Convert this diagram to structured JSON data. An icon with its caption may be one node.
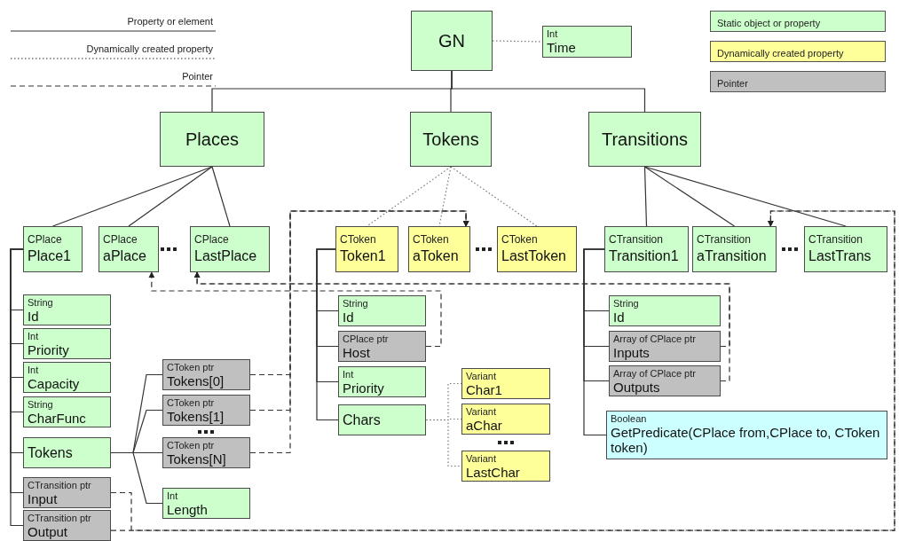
{
  "diagram": {
    "nodes": [
      {
        "text": [
          "GN"
        ]
      },
      {
        "text": [
          "Int",
          "Time"
        ]
      },
      {
        "text": [
          "Places"
        ]
      },
      {
        "text": [
          "Tokens"
        ]
      },
      {
        "text": [
          "Transitions"
        ]
      },
      {
        "text": [
          "CPlace",
          "Place1"
        ]
      },
      {
        "text": [
          "CPlace",
          "aPlace"
        ]
      },
      {
        "text": [
          "CPlace",
          "LastPlace"
        ]
      },
      {
        "text": [
          "CToken",
          "Token1"
        ]
      },
      {
        "text": [
          "CToken",
          "aToken"
        ]
      },
      {
        "text": [
          "CToken",
          "LastToken"
        ]
      },
      {
        "text": [
          "CTransition",
          "Transition1"
        ]
      },
      {
        "text": [
          "CTransition",
          "aTransition"
        ]
      },
      {
        "text": [
          "CTransition",
          "LastTrans"
        ]
      },
      {
        "text": [
          "String",
          "Id"
        ]
      },
      {
        "text": [
          "Int",
          "Priority"
        ]
      },
      {
        "text": [
          "Int",
          "Capacity"
        ]
      },
      {
        "text": [
          "String",
          "CharFunc"
        ]
      },
      {
        "text": [
          "Tokens"
        ]
      },
      {
        "text": [
          "CTransition ptr",
          "Input"
        ]
      },
      {
        "text": [
          "CTransition ptr",
          "Output"
        ]
      },
      {
        "text": [
          "CToken ptr",
          "Tokens[0]"
        ]
      },
      {
        "text": [
          "CToken ptr",
          "Tokens[1]"
        ]
      },
      {
        "text": [
          "CToken ptr",
          "Tokens[N]"
        ]
      },
      {
        "text": [
          "Int",
          "Length"
        ]
      },
      {
        "text": [
          "String",
          "Id"
        ]
      },
      {
        "text": [
          "CPlace ptr",
          "Host"
        ]
      },
      {
        "text": [
          "Int",
          "Priority"
        ]
      },
      {
        "text": [
          "Chars"
        ]
      },
      {
        "text": [
          "Variant",
          "Char1"
        ]
      },
      {
        "text": [
          "Variant",
          "aChar"
        ]
      },
      {
        "text": [
          "Variant",
          "LastChar"
        ]
      },
      {
        "text": [
          "String",
          "Id"
        ]
      },
      {
        "text": [
          "Array of CPlace ptr",
          "Inputs"
        ]
      },
      {
        "text": [
          "Array of CPlace ptr",
          "Outputs"
        ]
      },
      {
        "text": [
          "Boolean",
          "GetPredicate(CPlace from,CPlace to, CToken token)"
        ]
      }
    ],
    "edges": [
      {
        "from": 0,
        "to": 1,
        "arrow": "none",
        "style": "dashed",
        "color": "#777777"
      },
      {
        "from": 0,
        "to": 2,
        "arrow": "none"
      },
      {
        "from": 0,
        "to": 3,
        "arrow": "none"
      },
      {
        "from": 0,
        "to": 4,
        "arrow": "none"
      },
      {
        "from": 2,
        "to": 5,
        "arrow": "none"
      },
      {
        "from": 2,
        "to": 6,
        "arrow": "none"
      },
      {
        "from": 2,
        "to": 7,
        "arrow": "none"
      },
      {
        "from": 3,
        "to": 8,
        "arrow": "none",
        "style": "dashed",
        "color": "#777777"
      },
      {
        "from": 3,
        "to": 9,
        "arrow": "none",
        "style": "dashed",
        "color": "#777777"
      },
      {
        "from": 3,
        "to": 10,
        "arrow": "none",
        "style": "dashed",
        "color": "#777777"
      },
      {
        "from": 4,
        "to": 11,
        "arrow": "none"
      },
      {
        "from": 4,
        "to": 12,
        "arrow": "none"
      },
      {
        "from": 4,
        "to": 13,
        "arrow": "none"
      },
      {
        "from": 5,
        "to": 14,
        "arrow": "none"
      },
      {
        "from": 5,
        "to": 15,
        "arrow": "none"
      },
      {
        "from": 5,
        "to": 16,
        "arrow": "none"
      },
      {
        "from": 5,
        "to": 17,
        "arrow": "none"
      },
      {
        "from": 5,
        "to": 18,
        "arrow": "none"
      },
      {
        "from": 5,
        "to": 19,
        "arrow": "none"
      },
      {
        "from": 5,
        "to": 20,
        "arrow": "none"
      },
      {
        "from": 18,
        "to": 21,
        "arrow": "none"
      },
      {
        "from": 18,
        "to": 22,
        "arrow": "none"
      },
      {
        "from": 18,
        "to": 23,
        "arrow": "none"
      },
      {
        "from": 18,
        "to": 24,
        "arrow": "none"
      },
      {
        "from": 8,
        "to": 25,
        "arrow": "none"
      },
      {
        "from": 8,
        "to": 26,
        "arrow": "none"
      },
      {
        "from": 8,
        "to": 27,
        "arrow": "none"
      },
      {
        "from": 8,
        "to": 28,
        "arrow": "none"
      },
      {
        "from": 28,
        "to": 29,
        "arrow": "none",
        "style": "dashed",
        "color": "#777777"
      },
      {
        "from": 28,
        "to": 30,
        "arrow": "none",
        "style": "dashed",
        "color": "#777777"
      },
      {
        "from": 28,
        "to": 31,
        "arrow": "none",
        "style": "dashed",
        "color": "#777777"
      },
      {
        "from": 11,
        "to": 32,
        "arrow": "none"
      },
      {
        "from": 11,
        "to": 33,
        "arrow": "none"
      },
      {
        "from": 11,
        "to": 34,
        "arrow": "none"
      },
      {
        "from": 11,
        "to": 35,
        "arrow": "none"
      },
      {
        "from": 21,
        "to": 9,
        "arrow": "to",
        "style": "dashed"
      },
      {
        "from": 22,
        "to": 9,
        "arrow": "to",
        "style": "dashed"
      },
      {
        "from": 23,
        "to": 9,
        "arrow": "to",
        "style": "dashed"
      },
      {
        "from": 26,
        "to": 6,
        "arrow": "to",
        "style": "dashed"
      },
      {
        "from": 33,
        "to": 7,
        "arrow": "to",
        "style": "dashed"
      },
      {
        "from": 34,
        "to": 7,
        "arrow": "to",
        "style": "dashed"
      },
      {
        "from": 19,
        "to": 12,
        "arrow": "to",
        "style": "dashed"
      },
      {
        "from": 20,
        "to": 12,
        "arrow": "to",
        "style": "dashed"
      }
    ],
    "legend": [
      {
        "text": "Property or element"
      },
      {
        "text": "Dynamically created property"
      },
      {
        "text": "Pointer"
      },
      {
        "text": "Static object or property",
        "color": "#ccffcc"
      },
      {
        "text": "Dynamically created property",
        "color": "#ffff99"
      },
      {
        "text": "Pointer",
        "color": "#c0c0c0"
      }
    ]
  }
}
